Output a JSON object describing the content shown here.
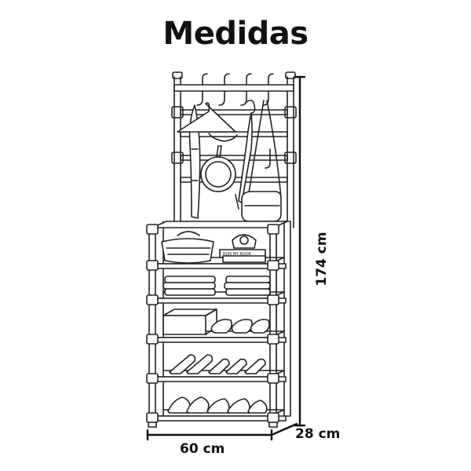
{
  "title": "Medidas",
  "dimensions": {
    "width": "60 cm",
    "depth": "28 cm",
    "height": "174 cm"
  },
  "product": {
    "book_label": "RUN MY BOOK"
  }
}
